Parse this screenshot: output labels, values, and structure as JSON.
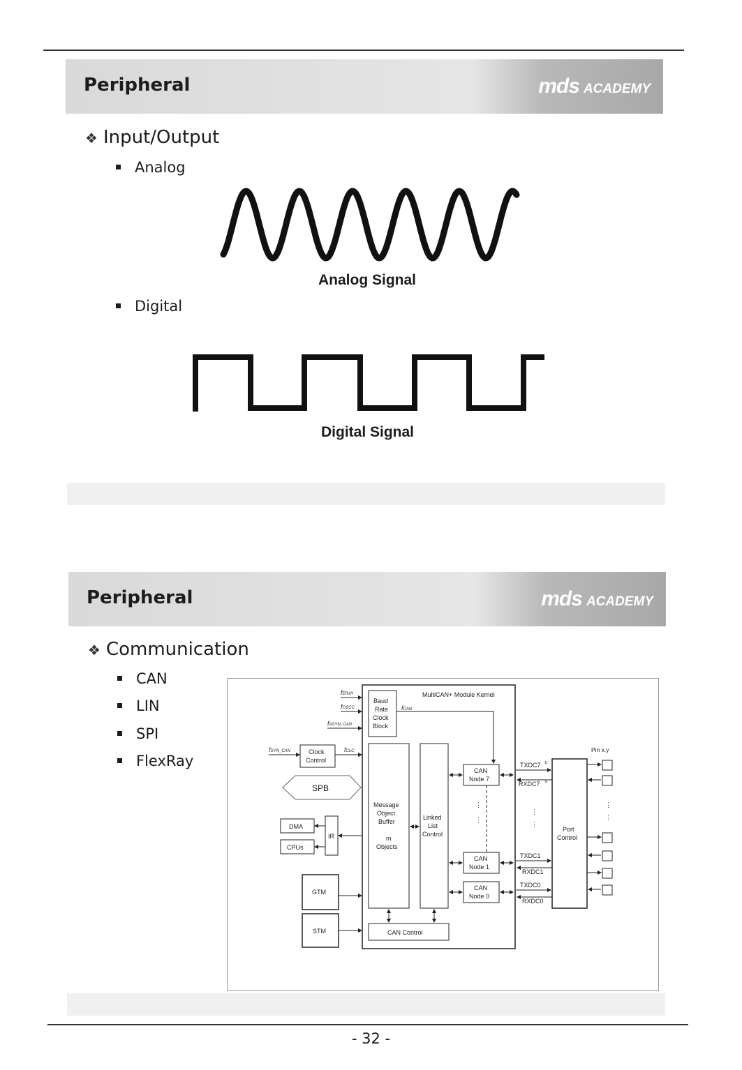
{
  "page_number": "- 32 -",
  "slide1": {
    "title": "Peripheral",
    "logo_mds": "mds",
    "logo_academy": "ACADEMY",
    "heading": "Input/Output",
    "bullets": {
      "analog": "Analog",
      "digital": "Digital"
    },
    "analog_caption": "Analog Signal",
    "digital_caption": "Digital Signal"
  },
  "slide2": {
    "title": "Peripheral",
    "logo_mds": "mds",
    "logo_academy": "ACADEMY",
    "heading": "Communication",
    "bullets": [
      "CAN",
      "LIN",
      "SPI",
      "FlexRay"
    ],
    "diagram": {
      "kernel_title": "MultiCAN+ Module Kernel",
      "baud": [
        "Baud",
        "Rate",
        "Clock",
        "Block"
      ],
      "f_eray": "f",
      "f_eray_sub": "ERAY",
      "f_oscc_sub": "OSCC",
      "f_asyn_sub": "ASYN_CAN",
      "f_syn_sub": "SYN_CAN",
      "f_clc_sub": "CLC",
      "f_can_sub": "CAN",
      "clock_control": [
        "Clock",
        "Control"
      ],
      "spb": "SPB",
      "dma": "DMA",
      "cpus": "CPUs",
      "ir": "IR",
      "gtm": "GTM",
      "stm": "STM",
      "mob": [
        "Message",
        "Object",
        "Buffer",
        "",
        "m",
        "Objects"
      ],
      "linked": [
        "Linked",
        "List",
        "Control"
      ],
      "can_node7": [
        "CAN",
        "Node 7"
      ],
      "can_node1": [
        "CAN",
        "Node 1"
      ],
      "can_node0": [
        "CAN",
        "Node 0"
      ],
      "can_control": "CAN Control",
      "txdc7": "TXDC7",
      "rxdc7": "RXDC7",
      "sup1": "1)",
      "txdc1": "TXDC1",
      "rxdc1": "RXDC1",
      "txdc0": "TXDC0",
      "rxdc0": "RXDC0",
      "port": [
        "Port",
        "Control"
      ],
      "pin": "Pin x.y"
    }
  }
}
